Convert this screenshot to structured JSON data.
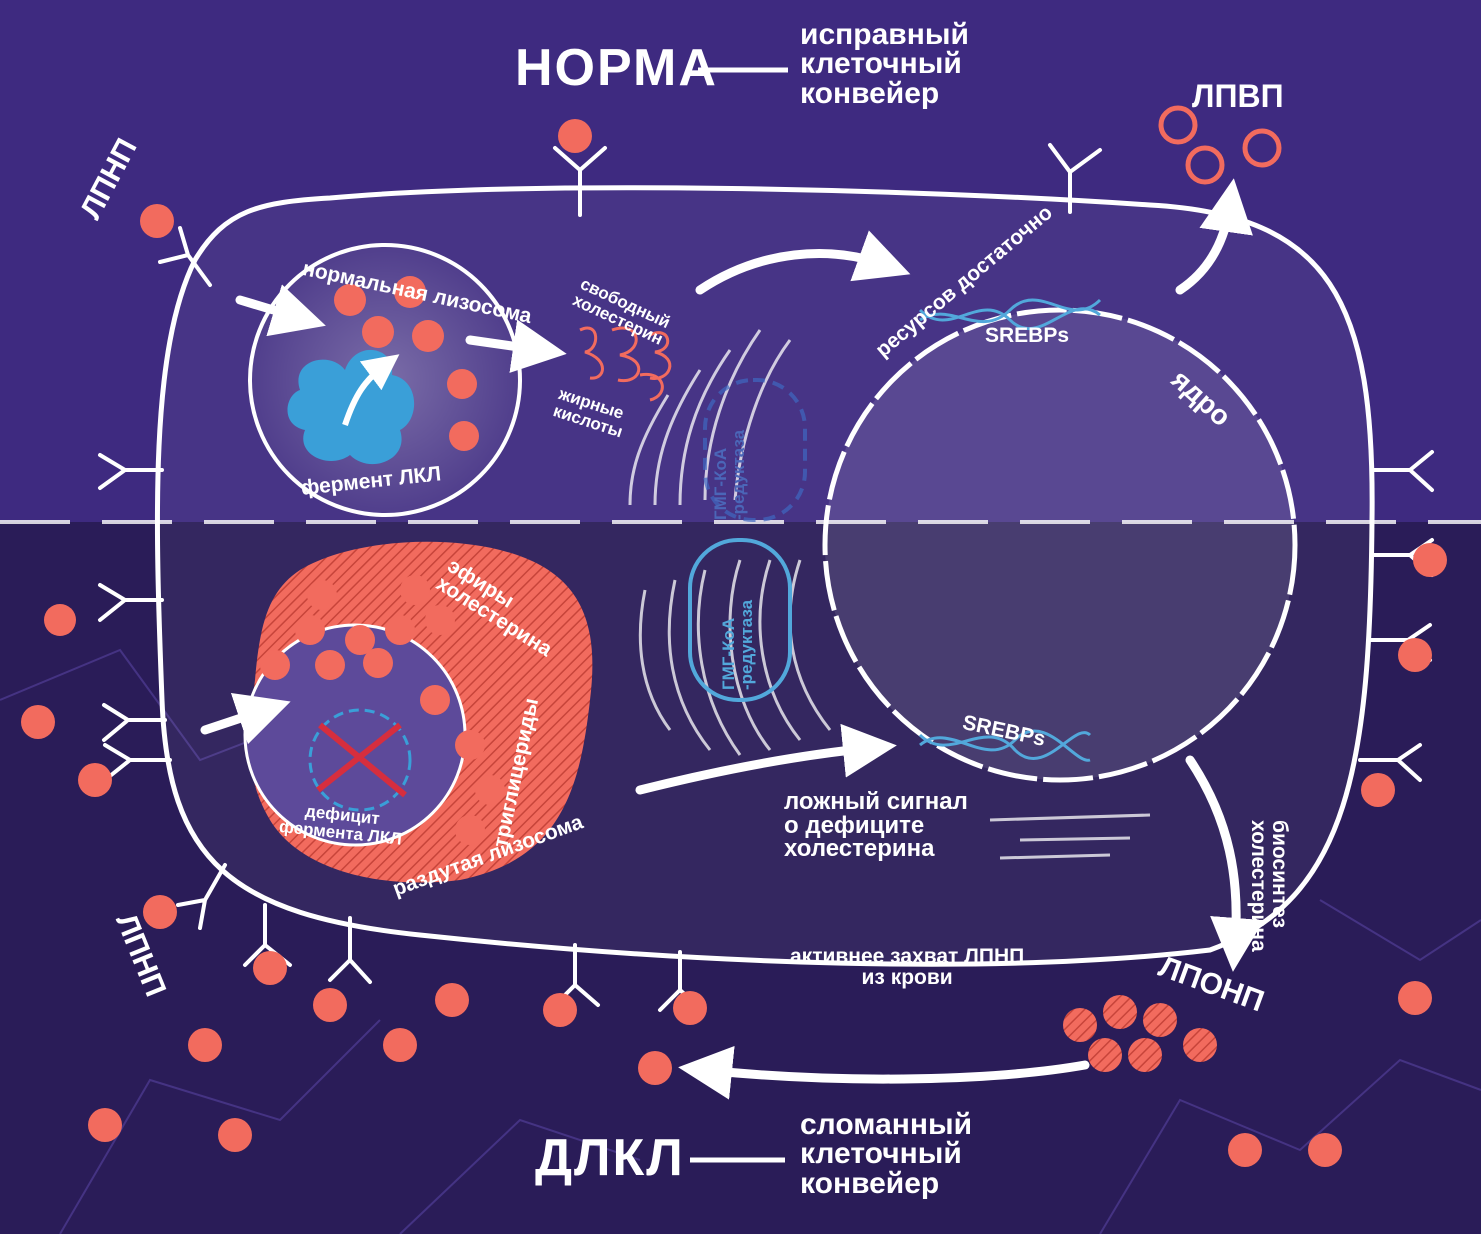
{
  "top": {
    "title": "НОРМА",
    "subtitle_lines": [
      "исправный",
      "клеточный",
      "конвейер"
    ]
  },
  "bottom": {
    "title": "ДЛКЛ",
    "subtitle_lines": [
      "сломанный",
      "клеточный",
      "конвейер"
    ]
  },
  "labels": {
    "ldl_top": "ЛПНП",
    "ldl_bottom": "ЛПНП",
    "hdl": "ЛПВП",
    "vldl": "ЛПОНП",
    "normal_lysosome": "нормальная лизосома",
    "lal_enzyme": "фермент ЛКЛ",
    "free_cholesterol": [
      "свободный",
      "холестерин"
    ],
    "fatty_acids": [
      "жирные",
      "кислоты"
    ],
    "enough_resources": "ресурсов достаточно",
    "srebps_top": "SREBPs",
    "srebps_bottom": "SREBPs",
    "nucleus": "ядро",
    "hmg_top": [
      "ГМГ-КоА",
      "-редуктаза"
    ],
    "hmg_bottom": [
      "ГМГ-КоА",
      "-редуктаза"
    ],
    "cholesterol_esters": [
      "эфиры",
      "холестерина"
    ],
    "triglycerides": "триглицериды",
    "lal_deficit": [
      "дефицит",
      "фермента ЛКЛ"
    ],
    "swollen_lysosome": "раздутая лизосома",
    "false_signal": [
      "ложный сигнал",
      "о дефиците",
      "холестерина"
    ],
    "biosynthesis": [
      "биосинтез",
      "холестерина"
    ],
    "active_uptake": [
      "активнее захват ЛПНП",
      "из крови"
    ]
  },
  "colors": {
    "background_top": "#3e2a80",
    "background_bottom": "#2a1c58",
    "accent_red": "#f26b5e",
    "accent_blue": "#52a8db",
    "chalk_white": "#ffffff"
  }
}
